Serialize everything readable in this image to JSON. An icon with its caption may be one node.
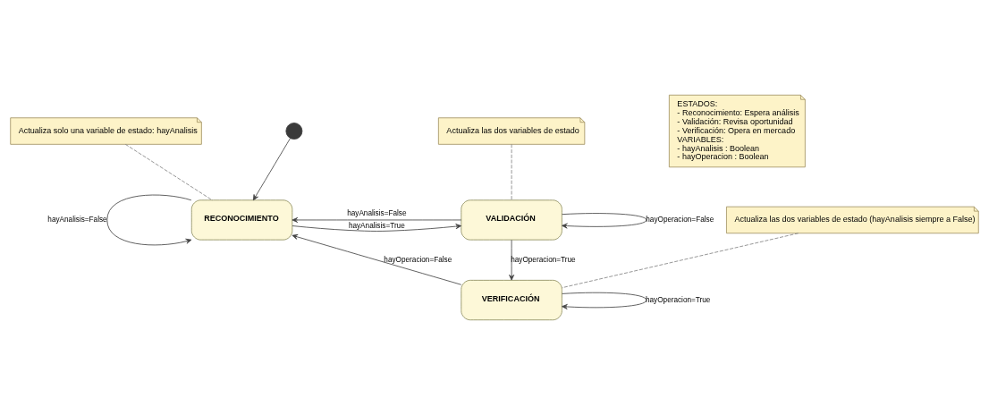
{
  "diagram": {
    "nodes": [
      {
        "text": [
          "Actualiza solo una variable de estado: hayAnalisis"
        ]
      },
      {
        "text": [],
        "shape": "circle"
      },
      {
        "text": [
          "Actualiza las dos variables de estado"
        ]
      },
      {
        "text": [
          "RECONOCIMIENTO"
        ]
      },
      {
        "text": [
          "VALIDACIÓN"
        ]
      },
      {
        "text": [
          "ESTADOS:",
          "- Reconocimiento: Espera análisis",
          "- Validación: Revisa oportunidad",
          "- Verificación: Opera en mercado",
          "VARIABLES:",
          "- hayAnalisis : Boolean",
          "- hayOperacion : Boolean"
        ]
      },
      {
        "text": [
          "VERIFICACIÓN"
        ]
      },
      {
        "text": [
          "Actualiza las dos variables de estado (hayAnalisis siempre a False)"
        ]
      }
    ],
    "edges": [
      {
        "from": 1,
        "to": 3,
        "arrow": "to"
      },
      {
        "from": 0,
        "to": 3,
        "arrow": "none",
        "style": "dashed"
      },
      {
        "from": 2,
        "to": 4,
        "arrow": "none",
        "style": "dashed"
      },
      {
        "from": 3,
        "to": 4,
        "arrow": "to",
        "label": "hayAnalisis=True"
      },
      {
        "from": 4,
        "to": 3,
        "arrow": "to",
        "label": "hayAnalisis=False"
      },
      {
        "from": 3,
        "to": 3,
        "arrow": "to",
        "label": "hayAnalisis=False"
      },
      {
        "from": 4,
        "to": 4,
        "arrow": "to",
        "label": "hayOperacion=False"
      },
      {
        "from": 4,
        "to": 6,
        "arrow": "to",
        "label": "hayOperacion=True"
      },
      {
        "from": 6,
        "to": 3,
        "arrow": "to",
        "label": "hayOperacion=False"
      },
      {
        "from": 6,
        "to": 6,
        "arrow": "to",
        "label": "hayOperacion=True"
      },
      {
        "from": 7,
        "to": 6,
        "arrow": "none",
        "style": "dashed"
      }
    ]
  }
}
